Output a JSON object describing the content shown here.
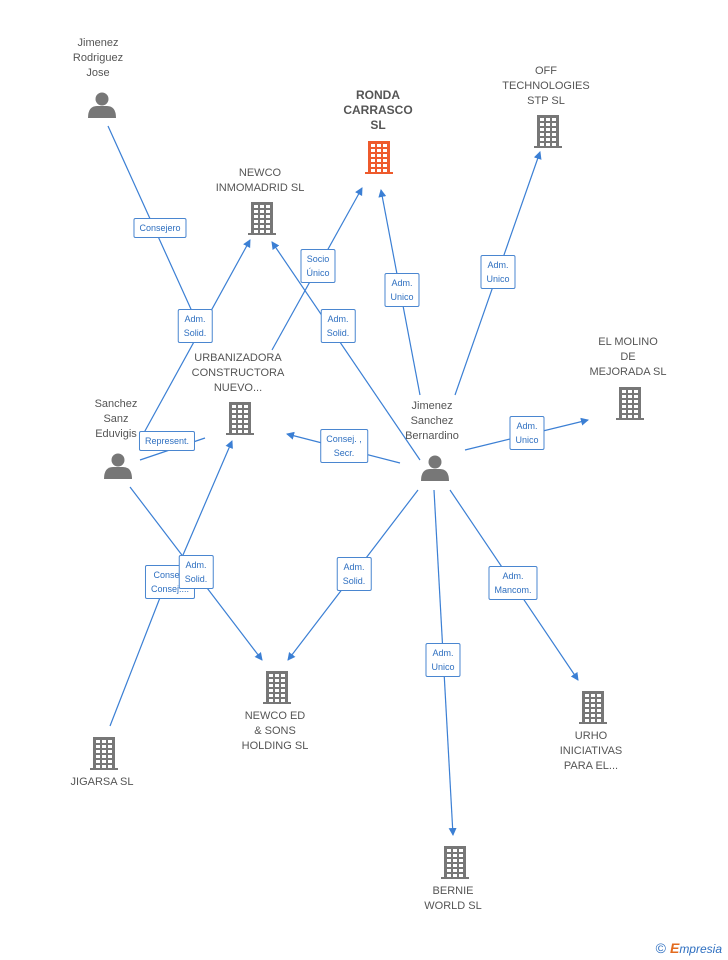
{
  "colors": {
    "edge": "#3b7fd4",
    "node": "#777777",
    "main_node": "#ee5a2c",
    "label_text": "#555555"
  },
  "nodes": [
    {
      "id": "jimenez_rodriguez",
      "type": "person",
      "label": "Jimenez\nRodriguez\nJose"
    },
    {
      "id": "ronda",
      "type": "company",
      "main": true,
      "label": "RONDA\nCARRASCO\nSL"
    },
    {
      "id": "off_tech",
      "type": "company",
      "label": "OFF\nTECHNOLOGIES\nSTP  SL"
    },
    {
      "id": "newco_inmo",
      "type": "company",
      "label": "NEWCO\nINMOMADRID SL"
    },
    {
      "id": "el_molino",
      "type": "company",
      "label": "EL MOLINO\nDE\nMEJORADA SL"
    },
    {
      "id": "urbanizadora",
      "type": "company",
      "label": "URBANIZADORA\nCONSTRUCTORA\nNUEVO..."
    },
    {
      "id": "sanchez_sanz",
      "type": "person",
      "label": "Sanchez\nSanz\nEduvigis"
    },
    {
      "id": "jimenez_sanchez",
      "type": "person",
      "label": "Jimenez\nSanchez\nBernardino"
    },
    {
      "id": "newco_ed",
      "type": "company",
      "label": "NEWCO ED\n& SONS\nHOLDING SL"
    },
    {
      "id": "jigarsa",
      "type": "company",
      "label": "JIGARSA SL"
    },
    {
      "id": "urho",
      "type": "company",
      "label": "URHO\nINICIATIVAS\nPARA EL..."
    },
    {
      "id": "bernie",
      "type": "company",
      "label": "BERNIE\nWORLD  SL"
    }
  ],
  "edges": [
    {
      "label": "Consejero"
    },
    {
      "label": "Adm.\nSolid."
    },
    {
      "label": "Socio\nÚnico"
    },
    {
      "label": "Adm.\nSolid."
    },
    {
      "label": "Adm.\nUnico"
    },
    {
      "label": "Adm.\nUnico"
    },
    {
      "label": "Adm.\nUnico"
    },
    {
      "label": "Consej. ,\nSecr."
    },
    {
      "label": "Represent."
    },
    {
      "label": "Consej.,\nConsej...."
    },
    {
      "label": "Adm.\nSolid."
    },
    {
      "label": "Adm.\nSolid."
    },
    {
      "label": "Adm.\nMancom."
    },
    {
      "label": "Adm.\nUnico"
    }
  ],
  "footer": {
    "copyright": "©",
    "brand_e": "E",
    "brand_rest": "mpresia"
  }
}
